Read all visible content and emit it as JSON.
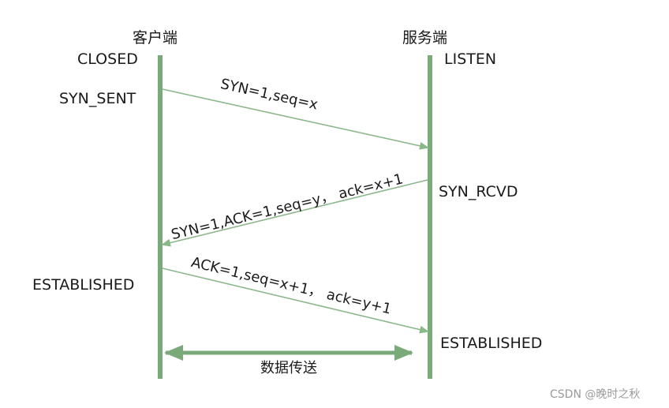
{
  "client": {
    "title": "客户端",
    "state_closed": "CLOSED",
    "state_syn_sent": "SYN_SENT",
    "state_established": "ESTABLISHED"
  },
  "server": {
    "title": "服务端",
    "state_listen": "LISTEN",
    "state_syn_rcvd": "SYN_RCVD",
    "state_established": "ESTABLISHED"
  },
  "messages": {
    "syn": "SYN=1,seq=x",
    "syn_ack": "SYN=1,ACK=1,seq=y， ack=x+1",
    "ack": "ACK=1,seq=x+1， ack=y+1"
  },
  "data_transfer_label": "数据传送",
  "watermark": "CSDN @晚时之秋",
  "colors": {
    "lifeline": "#7aaa7a",
    "arrow": "#8ab88a",
    "text": "#1a1a1a"
  }
}
